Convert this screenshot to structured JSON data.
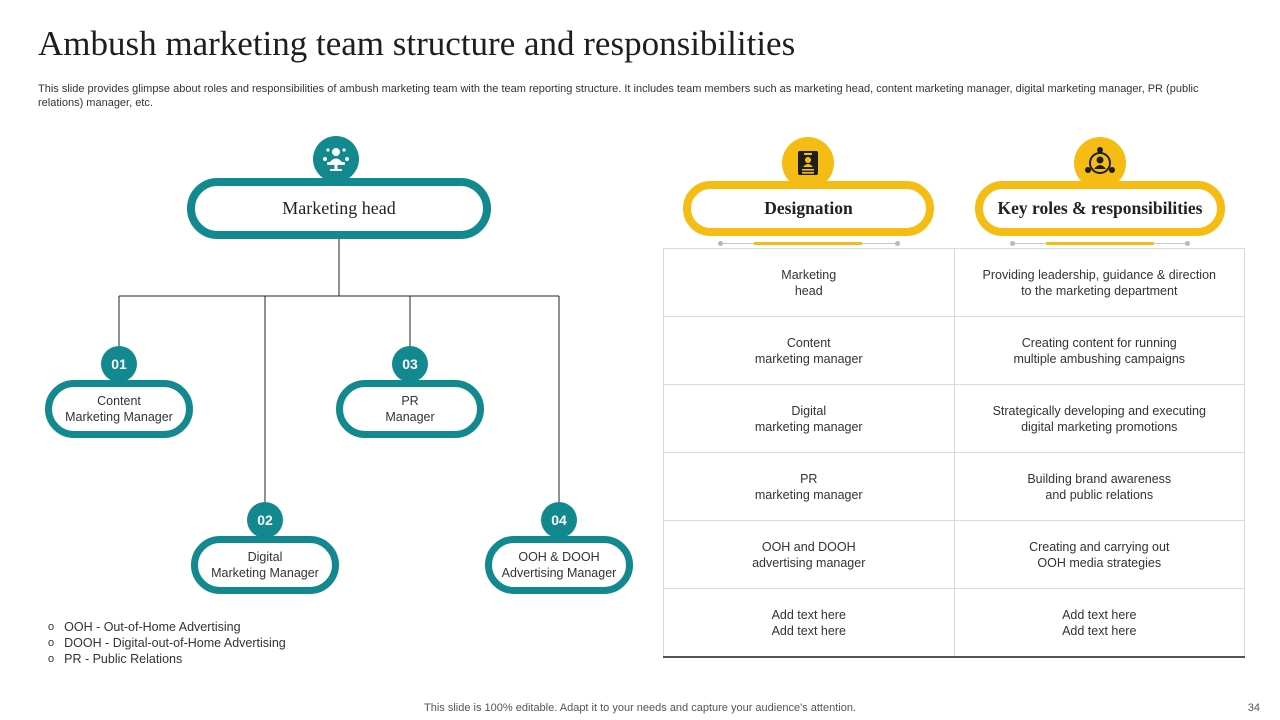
{
  "title": "Ambush marketing team structure and responsibilities",
  "subtitle": "This slide provides glimpse about roles and responsibilities of ambush marketing team with the team reporting structure. It includes team members such as marketing head, content marketing manager, digital marketing manager, PR (public relations) manager, etc.",
  "org": {
    "head_label": "Marketing head",
    "head_icon": "team-gear-icon",
    "roles": [
      {
        "number": "01",
        "line1": "Content",
        "line2": "Marketing Manager"
      },
      {
        "number": "02",
        "line1": "Digital",
        "line2": "Marketing Manager"
      },
      {
        "number": "03",
        "line1": "PR",
        "line2": "Manager"
      },
      {
        "number": "04",
        "line1": "OOH & DOOH",
        "line2": "Advertising Manager"
      }
    ]
  },
  "abbreviations": [
    "OOH - Out-of-Home  Advertising",
    "DOOH - Digital-out-of-Home  Advertising",
    "PR - Public Relations"
  ],
  "table": {
    "headers": [
      "Designation",
      "Key roles & responsibilities"
    ],
    "header_icons": [
      "id-card-icon",
      "person-network-icon"
    ],
    "rows": [
      {
        "designation": [
          "Marketing",
          "head"
        ],
        "responsibility": [
          "Providing  leadership,  guidance  & direction",
          "to the marketing department"
        ]
      },
      {
        "designation": [
          "Content",
          "marketing manager"
        ],
        "responsibility": [
          "Creating  content for running",
          "multiple ambushing  campaigns"
        ]
      },
      {
        "designation": [
          "Digital",
          "marketing manager"
        ],
        "responsibility": [
          "Strategically developing  and executing",
          "digital marketing promotions"
        ]
      },
      {
        "designation": [
          "PR",
          "marketing manager"
        ],
        "responsibility": [
          "Building brand awareness",
          "and public relations"
        ]
      },
      {
        "designation": [
          "OOH and DOOH",
          "advertising  manager"
        ],
        "responsibility": [
          "Creating  and carrying out",
          "OOH media strategies"
        ]
      },
      {
        "designation": [
          "Add text here",
          "Add text here"
        ],
        "responsibility": [
          "Add text here",
          "Add text here"
        ]
      }
    ]
  },
  "footer": "This slide is 100% editable. Adapt it to your needs and capture your audience's attention.",
  "page_number": "34",
  "colors": {
    "teal": "#12888f",
    "yellow": "#f5bd13"
  }
}
